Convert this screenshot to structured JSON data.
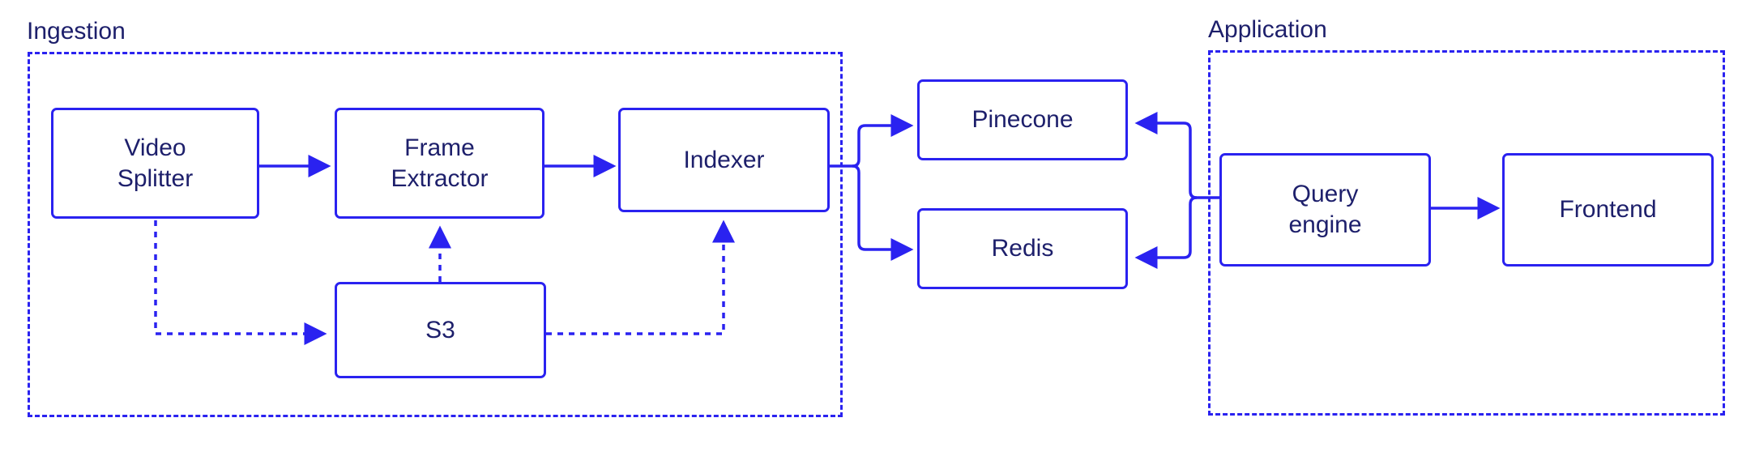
{
  "colors": {
    "accent": "#2a22f0",
    "text": "#1d1f6b",
    "background": "#ffffff"
  },
  "groups": {
    "ingestion": {
      "label": "Ingestion"
    },
    "application": {
      "label": "Application"
    }
  },
  "nodes": {
    "video_splitter": "Video\nSplitter",
    "frame_extractor": "Frame\nExtractor",
    "indexer": "Indexer",
    "s3": "S3",
    "pinecone": "Pinecone",
    "redis": "Redis",
    "query_engine": "Query\nengine",
    "frontend": "Frontend"
  },
  "edges": [
    {
      "from": "video_splitter",
      "to": "frame_extractor",
      "style": "solid"
    },
    {
      "from": "frame_extractor",
      "to": "indexer",
      "style": "solid"
    },
    {
      "from": "video_splitter",
      "to": "s3",
      "style": "dashed"
    },
    {
      "from": "s3",
      "to": "frame_extractor",
      "style": "dashed"
    },
    {
      "from": "s3",
      "to": "indexer",
      "style": "dashed"
    },
    {
      "from": "indexer",
      "to": "pinecone",
      "style": "solid"
    },
    {
      "from": "indexer",
      "to": "redis",
      "style": "solid"
    },
    {
      "from": "query_engine",
      "to": "pinecone",
      "style": "solid"
    },
    {
      "from": "query_engine",
      "to": "redis",
      "style": "solid"
    },
    {
      "from": "query_engine",
      "to": "frontend",
      "style": "solid"
    }
  ]
}
